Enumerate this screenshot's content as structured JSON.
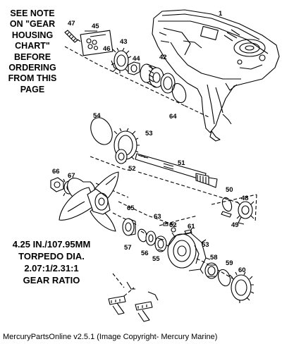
{
  "note_top_lines": [
    "SEE NOTE",
    "ON \"GEAR",
    "HOUSING",
    "CHART\"",
    "BEFORE",
    "ORDERING",
    "FROM THIS",
    "PAGE"
  ],
  "spec_lines": [
    "4.25 IN./107.95MM",
    "TORPEDO DIA.",
    "2.07:1/2.31:1",
    "GEAR RATIO"
  ],
  "footer": "MercuryPartsOnline v2.5.1 (Image Copyright- Mercury Marine)",
  "callouts": [
    "1",
    "45",
    "46",
    "47",
    "43",
    "44",
    "42",
    "64",
    "54",
    "53",
    "52",
    "51",
    "50",
    "48",
    "49",
    "66",
    "67",
    "65",
    "63",
    "62",
    "61",
    "57",
    "56",
    "55",
    "53",
    "58",
    "59",
    "60"
  ]
}
